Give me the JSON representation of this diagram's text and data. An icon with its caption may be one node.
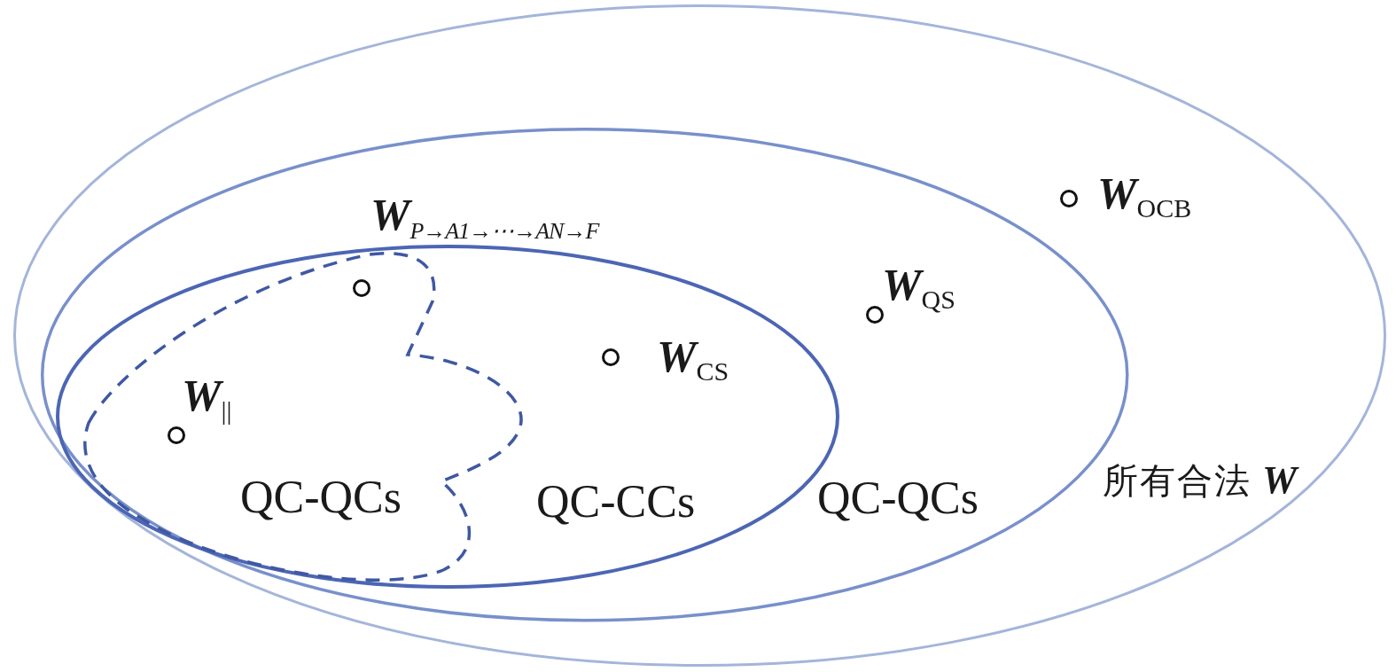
{
  "diagram": {
    "nodes": [
      {
        "text": [
          "所有合法 **W**"
        ]
      },
      {
        "text": [
          "QC-QCs"
        ],
        "in": 0
      },
      {
        "text": [
          "QC-CCs"
        ],
        "in": 1
      },
      {
        "text": [
          "QC-QCs"
        ],
        "in": 2
      },
      {
        "text": [],
        "shape": "circle",
        "in": 0,
        "beside": [
          "**W**$_{OCB}$"
        ]
      },
      {
        "text": [],
        "shape": "circle",
        "in": 3,
        "beside": [
          "**W**$_{P→A1→⋯→AN→F}$"
        ]
      },
      {
        "text": [],
        "shape": "circle",
        "in": 1,
        "beside": [
          "**W**$_{QS}$"
        ]
      },
      {
        "text": [],
        "shape": "circle",
        "in": 2,
        "beside": [
          "**W**$_{CS}$"
        ]
      },
      {
        "text": [],
        "shape": "circle",
        "in": 3,
        "beside": [
          "**W**$_{||}$"
        ]
      }
    ]
  }
}
